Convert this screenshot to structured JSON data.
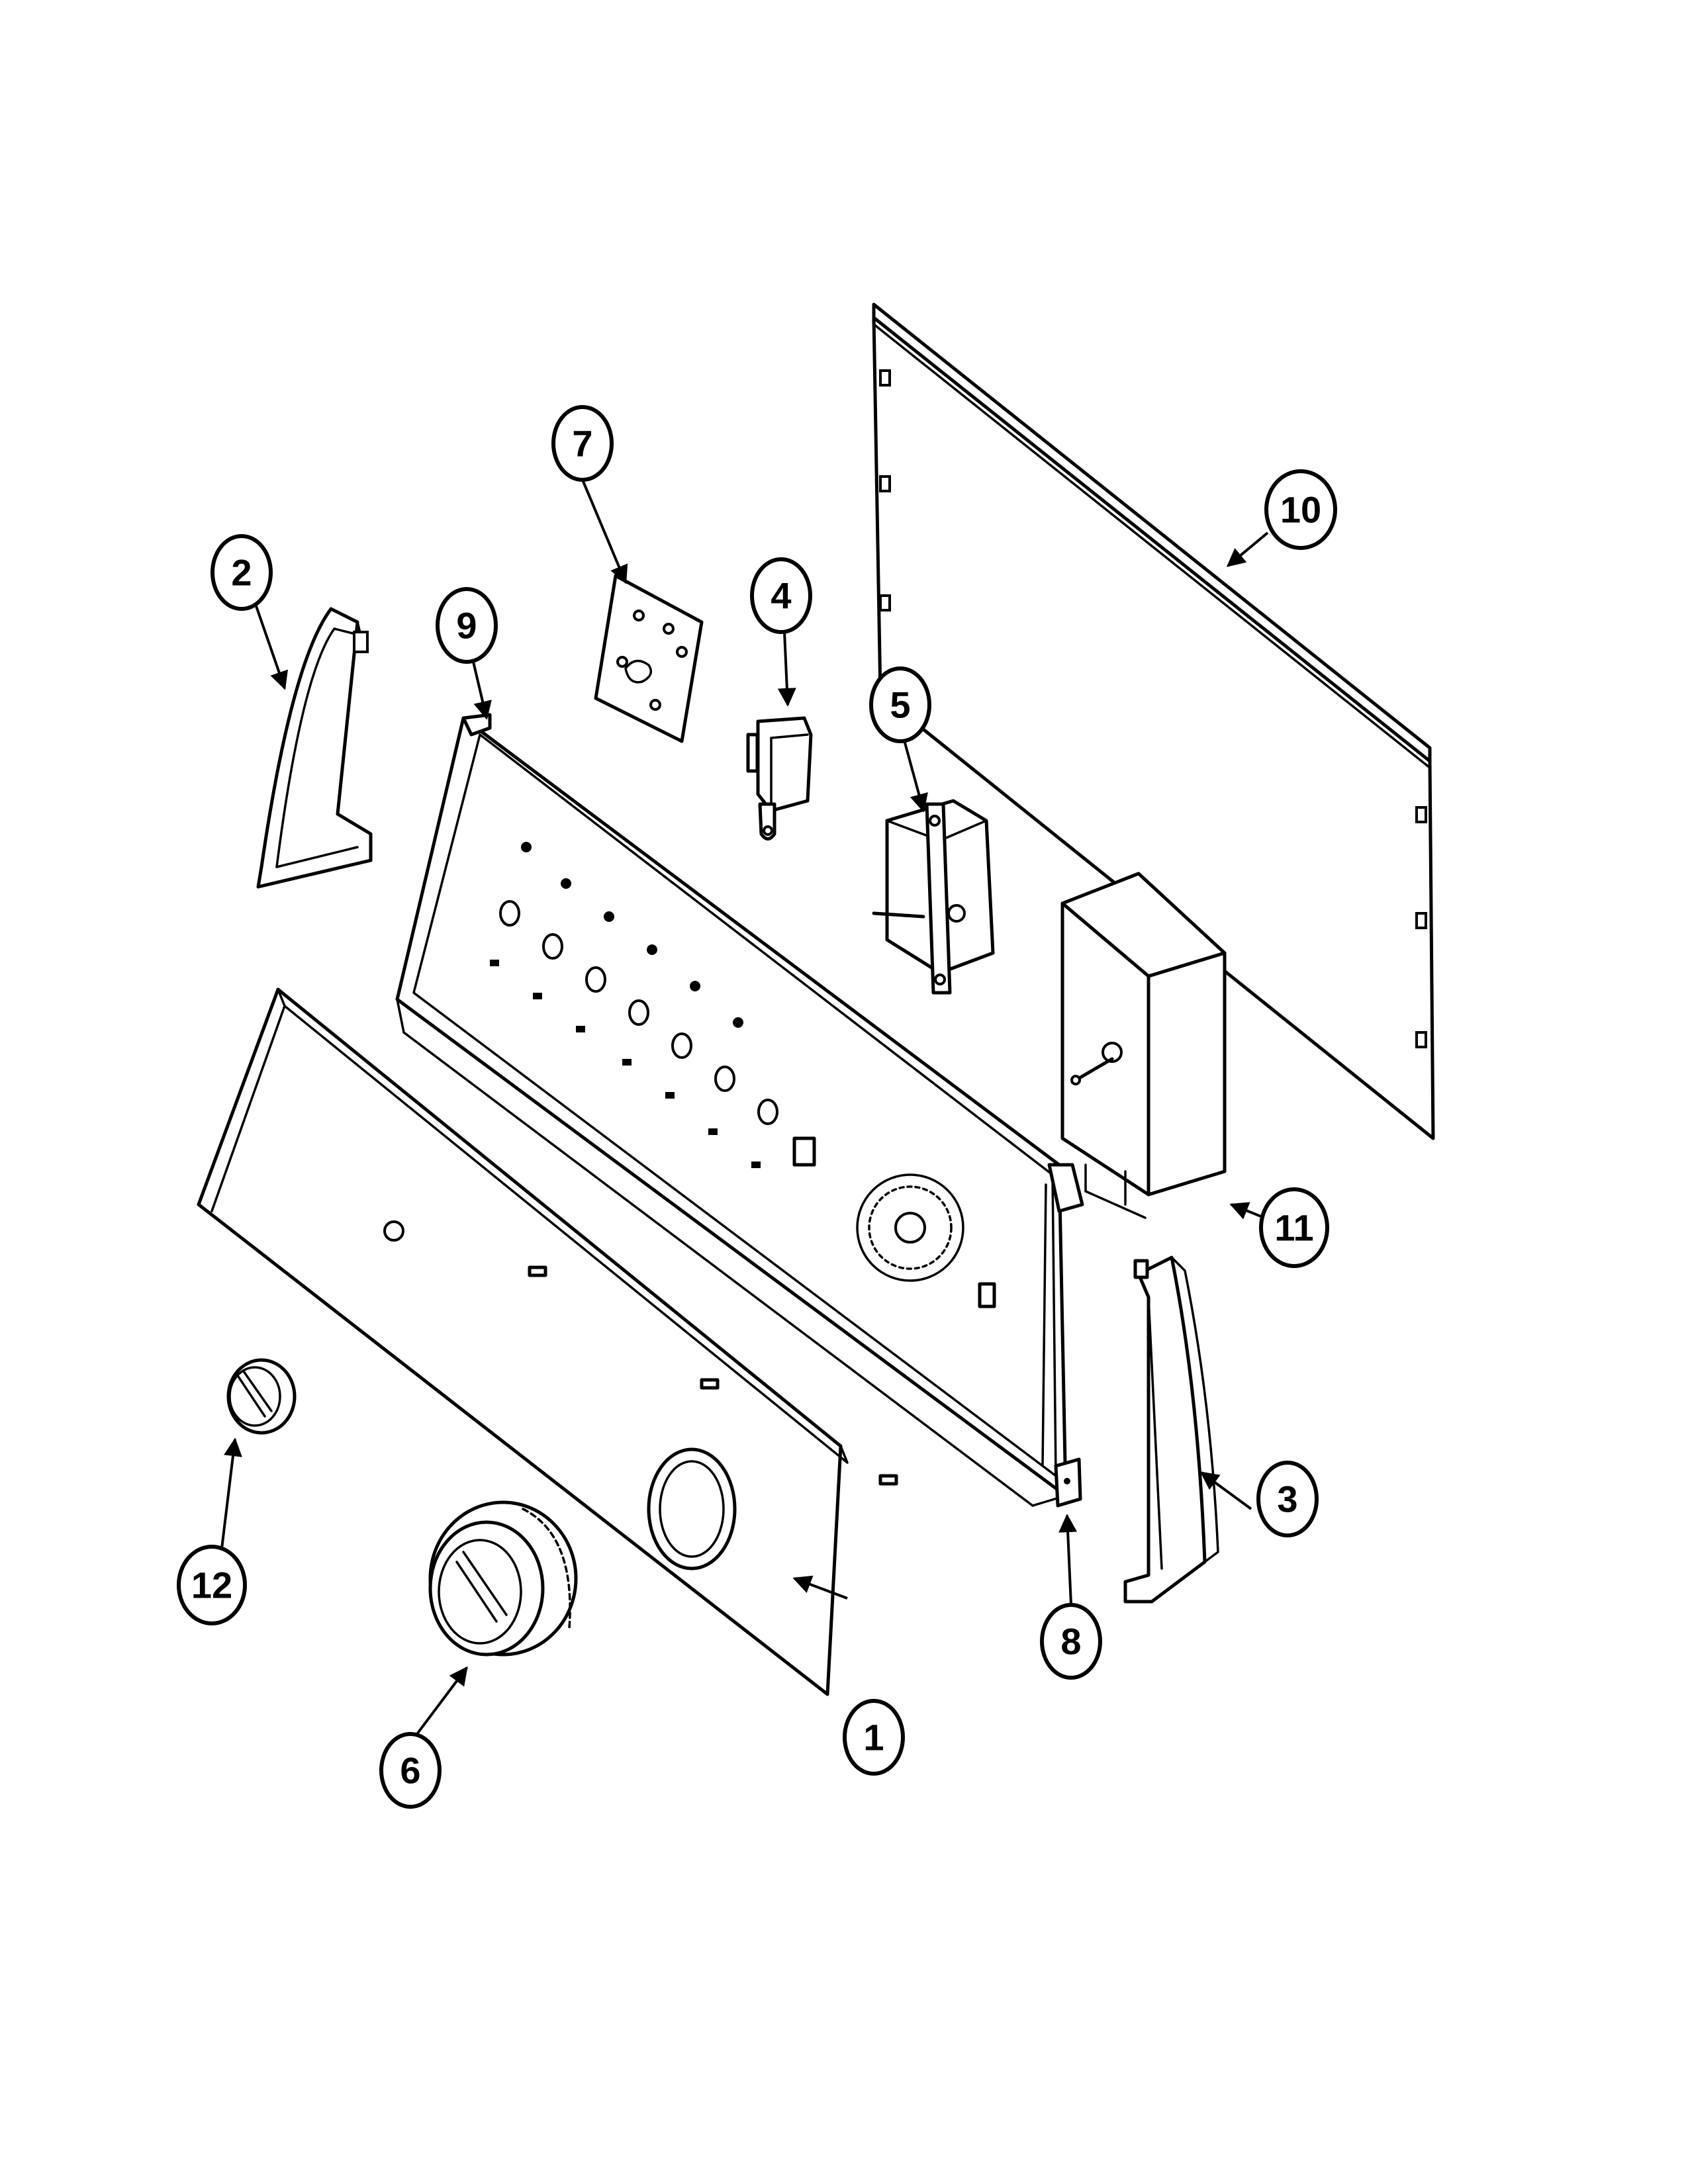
{
  "callouts": [
    {
      "id": "1",
      "label": "1"
    },
    {
      "id": "2",
      "label": "2"
    },
    {
      "id": "3",
      "label": "3"
    },
    {
      "id": "4",
      "label": "4"
    },
    {
      "id": "5",
      "label": "5"
    },
    {
      "id": "6",
      "label": "6"
    },
    {
      "id": "7",
      "label": "7"
    },
    {
      "id": "8",
      "label": "8"
    },
    {
      "id": "9",
      "label": "9"
    },
    {
      "id": "10",
      "label": "10"
    },
    {
      "id": "11",
      "label": "11"
    },
    {
      "id": "12",
      "label": "12"
    }
  ],
  "colors": {
    "line": "#000000",
    "background": "#ffffff"
  }
}
